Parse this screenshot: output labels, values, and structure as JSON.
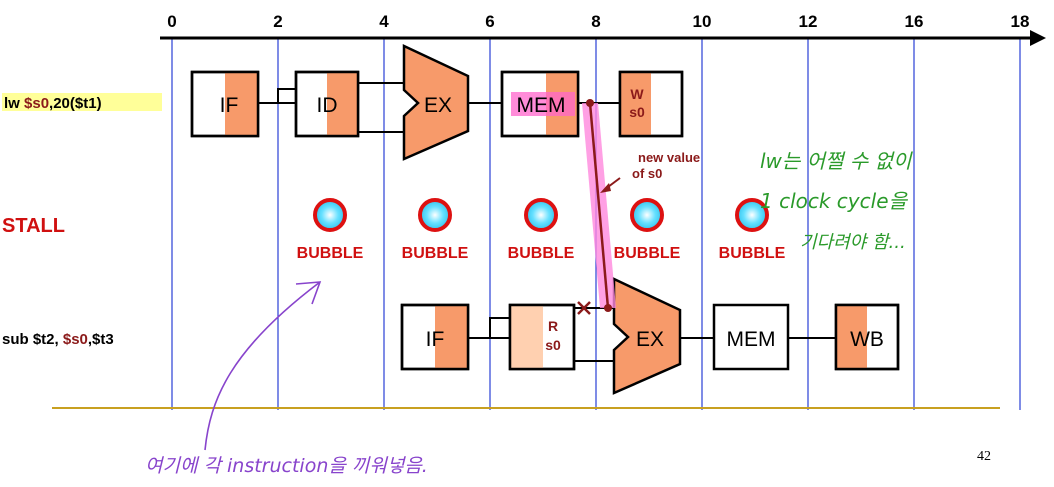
{
  "time_axis": {
    "ticks": [
      "0",
      "2",
      "4",
      "6",
      "8",
      "10",
      "12",
      "16",
      "18"
    ]
  },
  "instructions": {
    "lw": {
      "prefix": "lw ",
      "reg": "$s0",
      "suffix": ",20($t1)"
    },
    "stall": "STALL",
    "sub": {
      "prefix": "sub $t2, ",
      "reg": "$s0",
      "suffix": ",$t3"
    }
  },
  "lw_stages": {
    "if": "IF",
    "id": "ID",
    "ex": "EX",
    "mem": "MEM",
    "wb_line1": "W",
    "wb_line2": "s0"
  },
  "sub_stages": {
    "if": "IF",
    "rf_line1": "R",
    "rf_line2": "s0",
    "ex": "EX",
    "mem": "MEM",
    "wb": "WB"
  },
  "forwarding": {
    "line1": "new value",
    "line2": "of s0"
  },
  "bubble_label": "BUBBLE",
  "bubble_count": 5,
  "handwritten": {
    "note_line1": "lw는 어쩔 수 없이",
    "note_line2": "1 clock cycle을",
    "note_line3": "기다려야 함...",
    "bottom": "여기에 각 instruction을 끼워넣음."
  },
  "page_number": "42",
  "colors": {
    "stage_fill": "#f79a6a",
    "mem_highlight": "#ff66cc",
    "forward_path": "#ff88dd",
    "forward_line": "#8b1a1a",
    "bubble_ring": "#dd1111",
    "bubble_core": "#66e0ff",
    "grid_line": "#2a3fd6",
    "divider": "#c8a020",
    "label_red": "#d01010",
    "reg_dark_red": "#8b1a1a",
    "lw_highlight": "#ffff99",
    "handwriting_green": "#2a9a2a",
    "handwriting_purple": "#8844cc"
  }
}
